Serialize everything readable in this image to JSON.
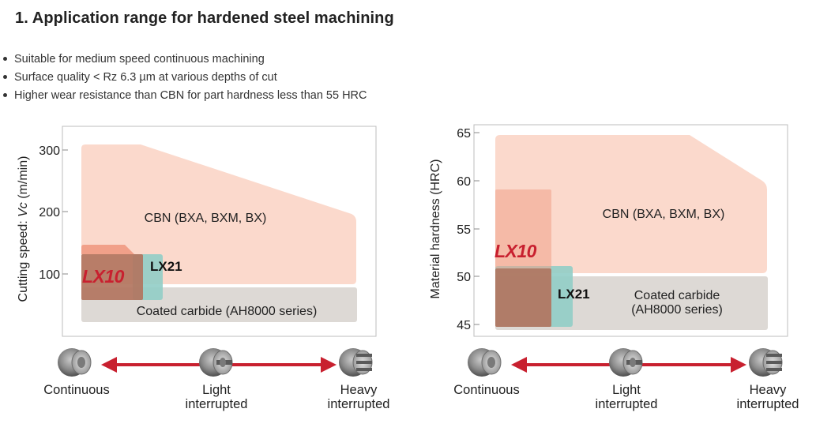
{
  "title": "1. Application range for hardened steel machining",
  "bullets": [
    "Suitable for medium speed continuous machining",
    "Surface quality < Rz 6.3 µm at various depths of cut",
    "Higher wear resistance than CBN for part hardness less than 55 HRC"
  ],
  "colors": {
    "cbn": "#fbd9cc",
    "coated": "#ddd9d5",
    "lx10_fill": "#b27560",
    "lx10_top": "#f1a089",
    "lx21": "#91cdc7",
    "logo": "#c8202f",
    "arrow": "#c8202f"
  },
  "chart_left": {
    "y_axis_title_prefix": "Cutting speed: ",
    "y_axis_title_var": "Vc",
    "y_axis_title_suffix": " (m/min)",
    "ticks": [
      "300",
      "200",
      "100"
    ],
    "cbn_label": "CBN (BXA, BXM, BX)",
    "coated_label": "Coated carbide (AH8000 series)",
    "lx21_label": "LX21",
    "lx10_label": "LX10"
  },
  "chart_right": {
    "y_axis_title": "Material hardness (HRC)",
    "ticks": [
      "65",
      "60",
      "55",
      "50",
      "45"
    ],
    "cbn_label": "CBN (BXA, BXM, BX)",
    "coated_label_line1": "Coated carbide",
    "coated_label_line2": "(AH8000 series)",
    "lx21_label": "LX21",
    "lx10_label": "LX10"
  },
  "conditions_left": {
    "continuous": "Continuous",
    "light_line1": "Light",
    "light_line2": "interrupted",
    "heavy_line1": "Heavy",
    "heavy_line2": "interrupted"
  },
  "conditions_right": {
    "continuous": "Continuous",
    "light_line1": "Light",
    "light_line2": "interrupted",
    "heavy_line1": "Heavy",
    "heavy_line2": "interrupted"
  }
}
